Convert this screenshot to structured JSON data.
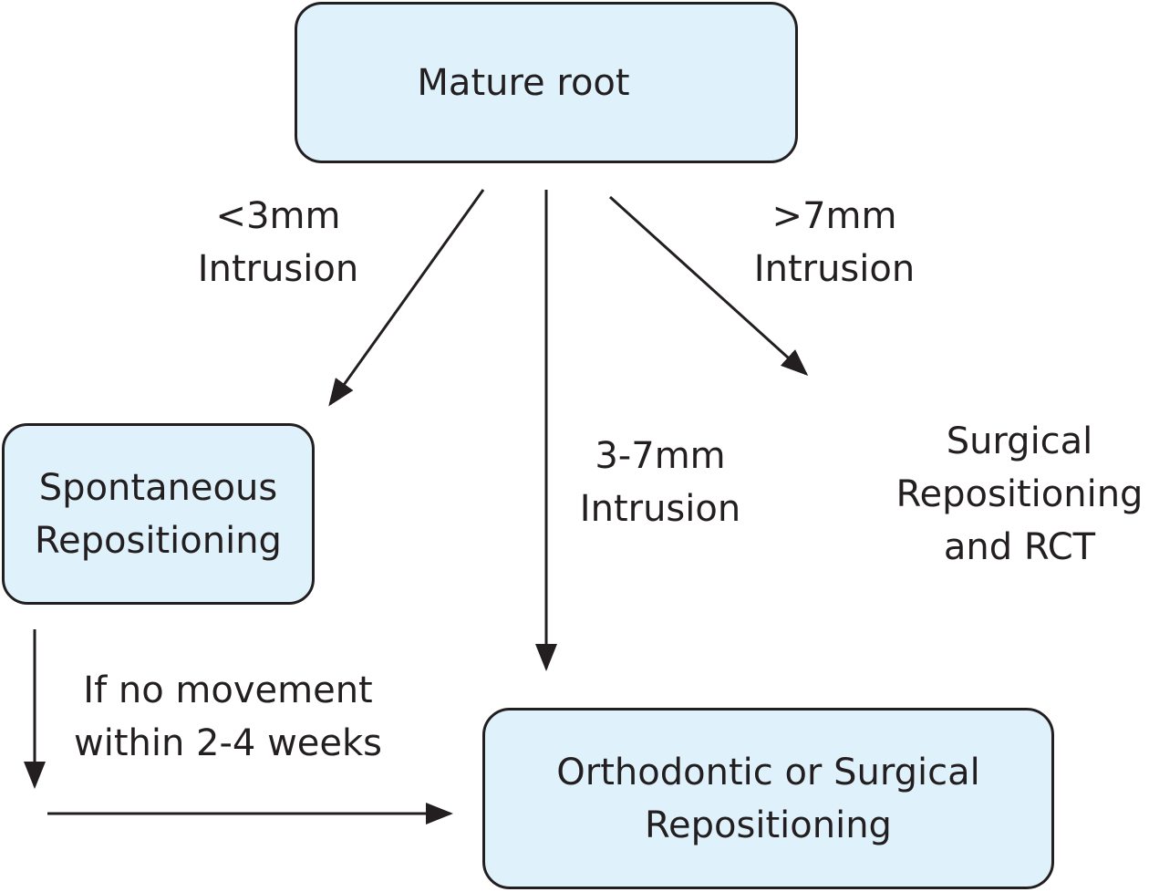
{
  "nodes": {
    "mature_root": {
      "text": "Mature root"
    },
    "spontaneous": {
      "line1": "Spontaneous",
      "line2": "Repositioning"
    },
    "orthodontic": {
      "line1": "Orthodontic or Surgical",
      "line2": "Repositioning"
    },
    "surgical_rct": {
      "line1": "Surgical",
      "line2": "Repositioning",
      "line3": "and RCT"
    }
  },
  "edges": {
    "less_than_3": {
      "line1": "<3mm",
      "line2": "Intrusion"
    },
    "three_to_seven": {
      "line1": "3-7mm",
      "line2": "Intrusion"
    },
    "greater_than_7": {
      "line1": ">7mm",
      "line2": "Intrusion"
    },
    "no_movement": {
      "line1": "If no movement",
      "line2": "within 2-4 weeks"
    }
  },
  "colors": {
    "box_fill": "#dff2fb",
    "stroke": "#231f20"
  }
}
